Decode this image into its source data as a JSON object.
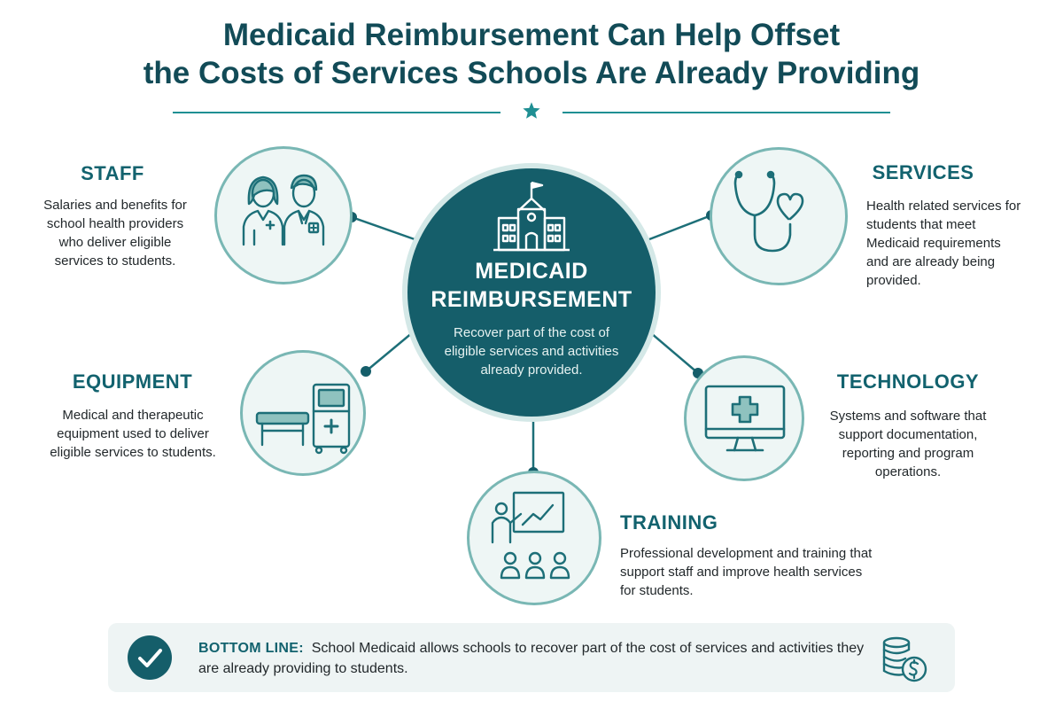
{
  "title": {
    "line1": "Medicaid Reimbursement Can Help Offset",
    "line2": "the Costs of Services Schools Are Already Providing"
  },
  "hub": {
    "title_line1": "MEDICAID",
    "title_line2": "REIMBURSEMENT",
    "description": "Recover part of the cost of eligible services and activities already provided.",
    "icon": "school-building-icon"
  },
  "nodes": {
    "staff": {
      "label": "STAFF",
      "description": "Salaries and benefits for school health providers who deliver eligible services to students.",
      "icon": "health-staff-icon"
    },
    "services": {
      "label": "SERVICES",
      "description": "Health related services for students that meet Medicaid requirements and are already being provided.",
      "icon": "stethoscope-heart-icon"
    },
    "equipment": {
      "label": "EQUIPMENT",
      "description": "Medical and therapeutic equipment used to deliver eligible services to students.",
      "icon": "medical-equipment-icon"
    },
    "technology": {
      "label": "TECHNOLOGY",
      "description": "Systems and software that support documentation, reporting and program operations.",
      "icon": "computer-monitor-icon"
    },
    "training": {
      "label": "TRAINING",
      "description": "Professional development and training that support staff and improve health services for students.",
      "icon": "training-presentation-icon"
    }
  },
  "bottom_line": {
    "label": "BOTTOM LINE:",
    "text": "School Medicaid allows schools to recover part of the cost of services and activities they are already providing to students.",
    "icon": "coins-dollar-icon"
  },
  "colors": {
    "primary_dark": "#155e6a",
    "accent_teal": "#1f8f93",
    "node_border": "#79b7b4",
    "node_fill": "#eef6f5",
    "bottom_bg": "#eef4f4"
  }
}
